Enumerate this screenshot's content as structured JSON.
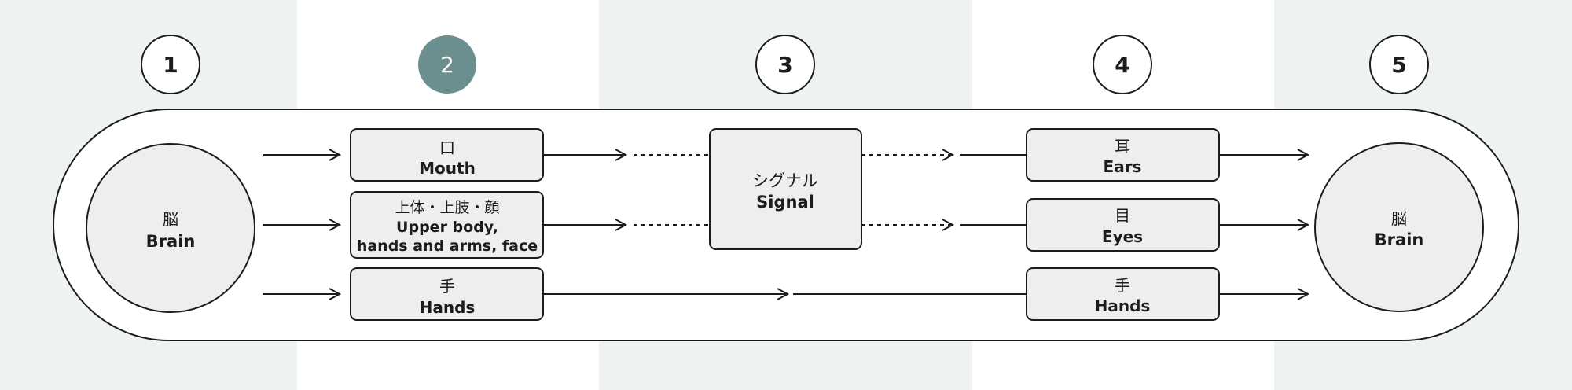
{
  "colors": {
    "band": "#eef3f2",
    "step_active": "#6b8f8f",
    "node_fill": "#eeeeee",
    "stroke": "#1c1c1c"
  },
  "steps": [
    {
      "label": "1",
      "active": false
    },
    {
      "label": "2",
      "active": true
    },
    {
      "label": "3",
      "active": false
    },
    {
      "label": "4",
      "active": false
    },
    {
      "label": "5",
      "active": false
    }
  ],
  "nodes": {
    "brain_left": {
      "jp": "脳",
      "en": "Brain"
    },
    "mouth": {
      "jp": "口",
      "en": "Mouth"
    },
    "upper_body": {
      "jp": "上体・上肢・顔",
      "en_line1": "Upper body,",
      "en_line2": "hands and arms, face"
    },
    "hands_left": {
      "jp": "手",
      "en": "Hands"
    },
    "signal": {
      "jp": "シグナル",
      "en": "Signal"
    },
    "ears": {
      "jp": "耳",
      "en": "Ears"
    },
    "eyes": {
      "jp": "目",
      "en": "Eyes"
    },
    "hands_right": {
      "jp": "手",
      "en": "Hands"
    },
    "brain_right": {
      "jp": "脳",
      "en": "Brain"
    }
  }
}
